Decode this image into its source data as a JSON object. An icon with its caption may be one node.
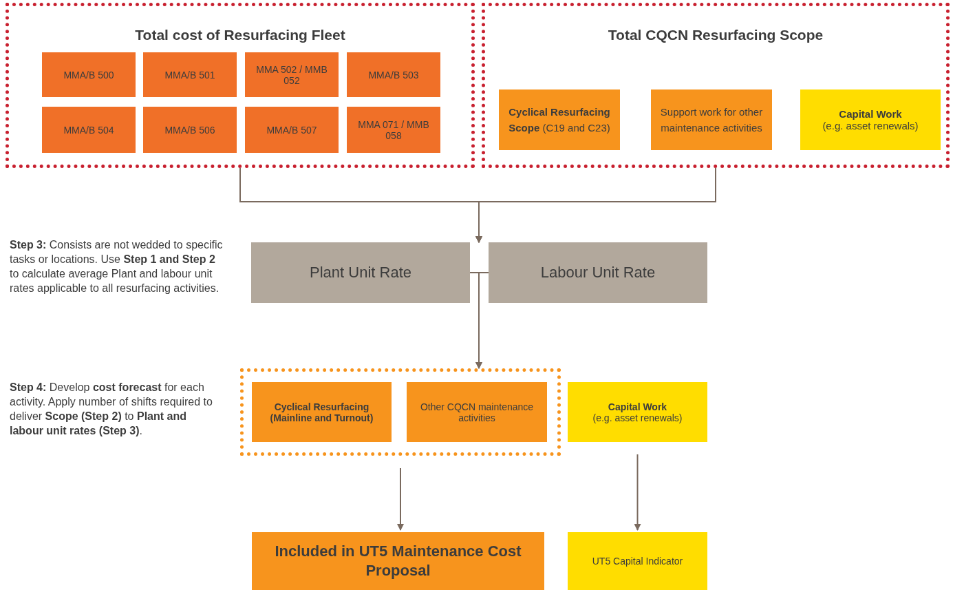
{
  "diagram": {
    "nodes": [
      {
        "text": [
          "Total cost of Resurfacing Fleet"
        ]
      },
      {
        "text": [
          "MMA/B 500"
        ],
        "in": 0
      },
      {
        "text": [
          "MMA/B 501"
        ],
        "in": 0
      },
      {
        "text": [
          "MMA 502 / MMB 052"
        ],
        "in": 0
      },
      {
        "text": [
          "MMA/B 503"
        ],
        "in": 0
      },
      {
        "text": [
          "MMA/B 504"
        ],
        "in": 0
      },
      {
        "text": [
          "MMA/B 506"
        ],
        "in": 0
      },
      {
        "text": [
          "MMA/B 507"
        ],
        "in": 0
      },
      {
        "text": [
          "MMA 071 / MMB 058"
        ],
        "in": 0
      },
      {
        "text": [
          "Total CQCN Resurfacing Scope"
        ]
      },
      {
        "text": [
          "**Cyclical Resurfacing Scope** (C19 and C23)"
        ],
        "in": 9
      },
      {
        "text": [
          "Support work for other maintenance activities"
        ],
        "in": 9
      },
      {
        "text": [
          "Capital Work",
          "(e.g. asset renewals)"
        ],
        "in": 9
      },
      {
        "text": [
          "Plant Unit Rate"
        ]
      },
      {
        "text": [
          "Labour Unit Rate"
        ]
      },
      {
        "text": [],
        "shape": "box"
      },
      {
        "text": [
          "Cyclical Resurfacing (Mainline and Turnout)"
        ],
        "in": 15
      },
      {
        "text": [
          "Other CQCN maintenance activities"
        ],
        "in": 15
      },
      {
        "text": [
          "Capital Work",
          "(e.g. asset renewals)"
        ]
      },
      {
        "text": [
          "Included in UT5 Maintenance Cost Proposal"
        ]
      },
      {
        "text": [
          "UT5 Capital Indicator"
        ]
      }
    ],
    "edges": [
      {
        "from": 0,
        "to": 13,
        "arrow": "to"
      },
      {
        "from": 0,
        "to": 14,
        "arrow": "to"
      },
      {
        "from": 9,
        "to": 13,
        "arrow": "to"
      },
      {
        "from": 9,
        "to": 14,
        "arrow": "to"
      },
      {
        "from": 13,
        "to": 15,
        "arrow": "to"
      },
      {
        "from": 14,
        "to": 15,
        "arrow": "to"
      },
      {
        "from": 15,
        "to": 19,
        "arrow": "to"
      },
      {
        "from": 18,
        "to": 20,
        "arrow": "to"
      }
    ],
    "labels": [
      "**Step 3:** Consists are not wedded to specific tasks or locations. Use **Step 1 and Step 2** to calculate average Plant and labour unit rates applicable to all resurfacing activities.",
      "**Step 4:** Develop **cost forecast** for each activity. Apply number of shifts required to deliver **Scope (Step 2)** to **Plant and labour unit rates (Step 3)**."
    ]
  }
}
